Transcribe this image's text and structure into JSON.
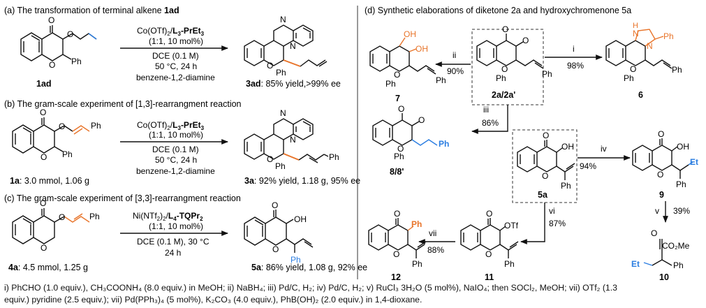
{
  "colors": {
    "ink": "#111111",
    "orange": "#e8742a",
    "blue": "#2a7de1",
    "gray": "#444444"
  },
  "panels": {
    "a": {
      "title_pre": "(a) The transformation of terminal alkene ",
      "title_bold": "1ad",
      "cat_pre": "Co(OTf)",
      "cat_sub": "2",
      "cat_mid": "/",
      "cat_L": "L",
      "cat_Lsub": "3",
      "cat_bold": "-PrEt",
      "cat_bsub": "3",
      "ratio": "(1:1, 10 mol%)",
      "solvent": "DCE (0.1 M)",
      "temp": "50 °C, 24 h",
      "additive": "benzene-1,2-diamine",
      "sm_label": "1ad",
      "prod_label": "3ad",
      "prod_result": ": 85% yield,>99% ee"
    },
    "b": {
      "title": "(b) The gram-scale experiment of [1,3]-rearrangment reaction",
      "cat_pre": "Co(OTf)",
      "cat_sub": "2",
      "cat_mid": "/",
      "cat_L": "L",
      "cat_Lsub": "3",
      "cat_bold": "-PrEt",
      "cat_bsub": "3",
      "ratio": "(1:1, 10 mol%)",
      "solvent": "DCE (0.1 M)",
      "temp": "50 °C, 24 h",
      "additive": "benzene-1,2-diamine",
      "sm_label": "1a",
      "sm_result": ": 3.0 mmol, 1.06 g",
      "prod_label": "3a",
      "prod_result": ": 92% yield, 1.18 g, 95% ee"
    },
    "c": {
      "title": "(c) The gram-scale experiment of [3,3]-rearrangment reaction",
      "cat_pre": "Ni(NTf",
      "cat_sub": "2",
      "cat_post": ")",
      "cat_sub2": "2",
      "cat_mid": "/",
      "cat_L": "L",
      "cat_Lsub": "4",
      "cat_bold": "-TQPr",
      "cat_bsub": "2",
      "ratio": "(1:1, 10 mol%)",
      "solvent": "DCE (0.1 M), 30 °C",
      "time": "24 h",
      "sm_label": "4a",
      "sm_result": ": 4.5 mmol, 1.25 g",
      "prod_label": "5a",
      "prod_result": ": 86% yield, 1.08 g, 92% ee"
    },
    "d": {
      "title": "(d) Synthetic elaborations of diketone 2a and hydroxychromenone 5a",
      "steps": {
        "i": "i",
        "ii": "ii",
        "iii": "iii",
        "iv": "iv",
        "v": "v",
        "vi": "vi",
        "vii": "vii"
      },
      "yields": {
        "i": "98%",
        "ii": "90%",
        "iii": "86%",
        "iv": "94%",
        "v": "39%",
        "vi": "87%",
        "vii": "88%"
      },
      "labels": {
        "c2a": "2a/2a'",
        "c5a": "5a",
        "c6": "6",
        "c7": "7",
        "c8": "8/8'",
        "c9": "9",
        "c10": "10",
        "c11": "11",
        "c12": "12"
      }
    }
  },
  "atoms": {
    "O": "O",
    "N": "N",
    "H": "H",
    "OH": "OH",
    "Ph": "Ph",
    "OTf": "OTf",
    "Et": "Et",
    "CO2Me": "CO₂Me",
    "tilde": "~"
  },
  "footnote": {
    "line1": "i) PhCHO (1.0 equiv.), CH₃COONH₄ (8.0 equiv.) in MeOH; ii) NaBH₄; iii) Pd/C, H₂; iv) Pd/C, H₂; v) RuCl₃ 3H₂O (5 mol%), NaIO₄; then SOCl₂, MeOH; vii) OTf₂ (1.3",
    "line2": "equiv.) pyridine (2.5 equiv.); vii) Pd(PPh₃)₄ (5 mol%), K₂CO₃ (4.0 equiv.), PhB(OH)₂ (2.0 equiv.) in 1,4-dioxane."
  }
}
